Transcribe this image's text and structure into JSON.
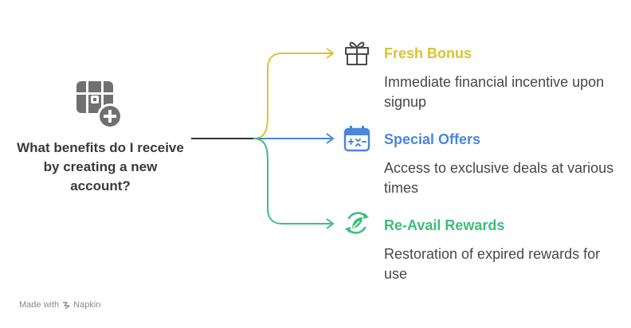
{
  "question": "What benefits do I receive by creating a new account?",
  "branches": [
    {
      "title": "Fresh Bonus",
      "description": "Immediate financial incentive upon signup",
      "icon": "gift-icon",
      "color": "#D9C432"
    },
    {
      "title": "Special Offers",
      "description": "Access to exclusive deals at various times",
      "icon": "calendar-sparkle-icon",
      "color": "#4A86D9"
    },
    {
      "title": "Re-Avail Rewards",
      "description": "Restoration of expired rewards for use",
      "icon": "recycle-leaf-icon",
      "color": "#3DBE7A"
    }
  ],
  "footer": {
    "made_with": "Made with",
    "brand": "Napkin"
  },
  "colors": {
    "center_icon": "#707070",
    "stem": "#333333",
    "text": "#474747"
  }
}
